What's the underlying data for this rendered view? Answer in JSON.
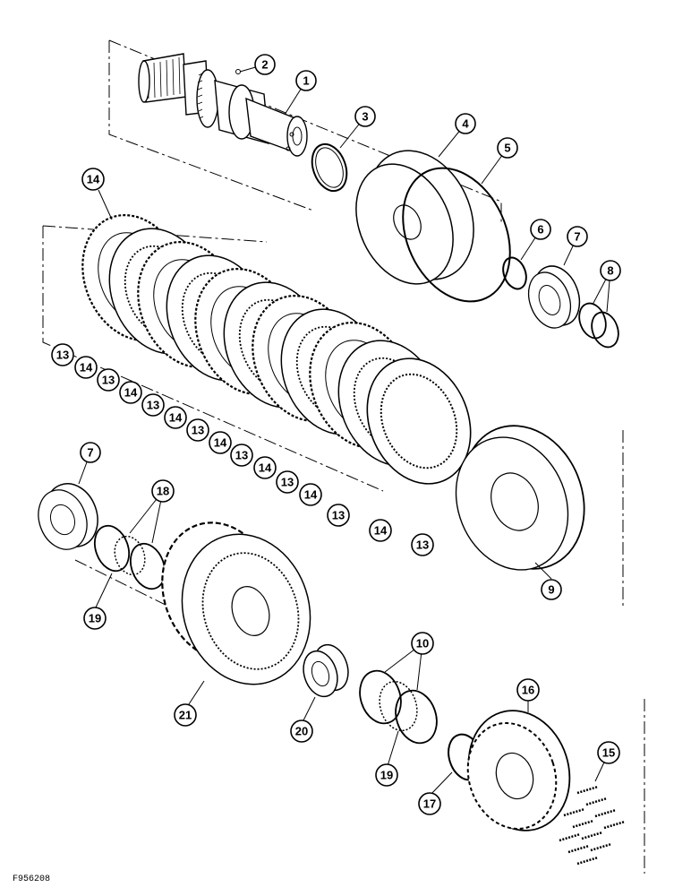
{
  "figure_code": "F956208",
  "callouts": [
    {
      "id": "c1",
      "label": "1"
    },
    {
      "id": "c2",
      "label": "2"
    },
    {
      "id": "c3",
      "label": "3"
    },
    {
      "id": "c4",
      "label": "4"
    },
    {
      "id": "c5",
      "label": "5"
    },
    {
      "id": "c6",
      "label": "6"
    },
    {
      "id": "c7a",
      "label": "7"
    },
    {
      "id": "c8",
      "label": "8"
    },
    {
      "id": "c14a",
      "label": "14"
    },
    {
      "id": "c13a",
      "label": "13"
    },
    {
      "id": "c14b",
      "label": "14"
    },
    {
      "id": "c13b",
      "label": "13"
    },
    {
      "id": "c14c",
      "label": "14"
    },
    {
      "id": "c13c",
      "label": "13"
    },
    {
      "id": "c14d",
      "label": "14"
    },
    {
      "id": "c13d",
      "label": "13"
    },
    {
      "id": "c14e",
      "label": "14"
    },
    {
      "id": "c13e",
      "label": "13"
    },
    {
      "id": "c14f",
      "label": "14"
    },
    {
      "id": "c13f",
      "label": "13"
    },
    {
      "id": "c14g",
      "label": "14"
    },
    {
      "id": "c13g",
      "label": "13"
    },
    {
      "id": "c14h",
      "label": "14"
    },
    {
      "id": "c13h",
      "label": "13"
    },
    {
      "id": "c9",
      "label": "9"
    },
    {
      "id": "c7b",
      "label": "7"
    },
    {
      "id": "c18",
      "label": "18"
    },
    {
      "id": "c19a",
      "label": "19"
    },
    {
      "id": "c21",
      "label": "21"
    },
    {
      "id": "c20",
      "label": "20"
    },
    {
      "id": "c10",
      "label": "10"
    },
    {
      "id": "c19b",
      "label": "19"
    },
    {
      "id": "c16",
      "label": "16"
    },
    {
      "id": "c17",
      "label": "17"
    },
    {
      "id": "c15",
      "label": "15"
    }
  ]
}
